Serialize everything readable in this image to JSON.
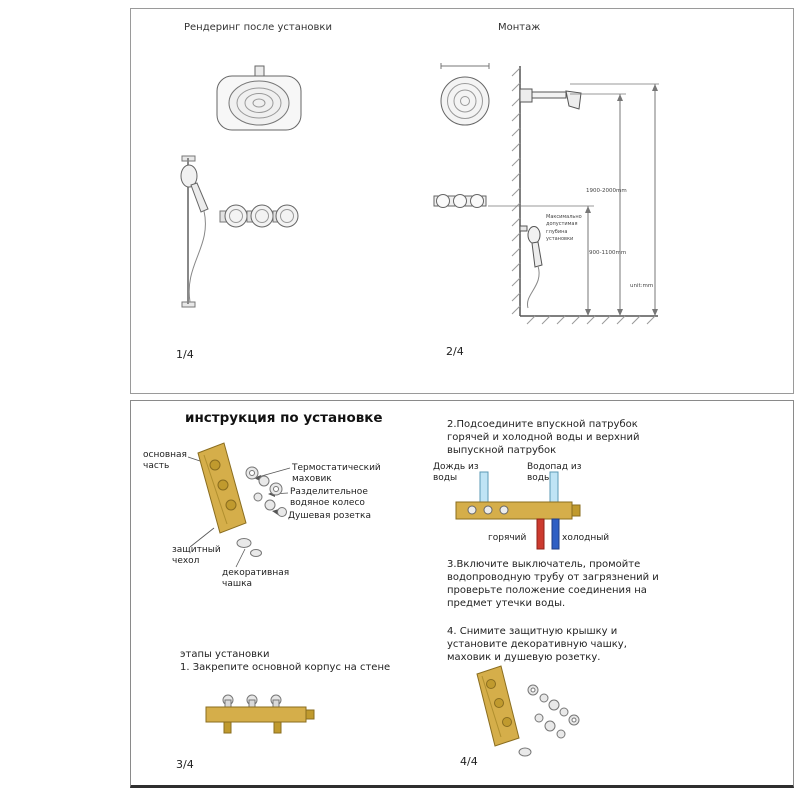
{
  "colors": {
    "gold": "#d5ae4a",
    "gold_deep": "#c09a2e",
    "gold_stroke": "#8a6d1f",
    "pipe_cyan": "#bfe4f5",
    "pipe_cyan_stroke": "#5b9ab5",
    "hot": "#cc3b2f",
    "cold": "#2f5fc4"
  },
  "panels": {
    "p1": {
      "title": "Рендеринг после установки",
      "page": "1/4"
    },
    "p2": {
      "title": "Монтаж",
      "page": "2/4",
      "depth_note": "Максимально допустимая глубина установки",
      "dim_upper": "1900-2000mm",
      "dim_lower": "900-1100mm",
      "unit": "unit:mm"
    },
    "p3": {
      "title": "инструкция по установке",
      "labels": {
        "main_part": "основная часть",
        "thermo": "Термостатический маховик",
        "divider": "Разделительное водяное колесо",
        "outlet": "Душевая розетка",
        "protect": "защитный чехол",
        "decor": "декоративная чашка"
      },
      "steps_title": "этапы установки",
      "step1": "1. Закрепите основной корпус на стене",
      "page": "3/4"
    },
    "p4": {
      "step2": "2.Подсоедините впускной патрубок горячей и холодной воды и верхний выпускной патрубок",
      "rain": "Дождь из воды",
      "waterfall": "Водопад из воды",
      "hot": "горячий",
      "cold": "холодный",
      "step3": "3.Включите выключатель, промойте водопроводную трубу от загрязнений и проверьте положение соединения на предмет утечки воды.",
      "step4": "4. Снимите защитную крышку и установите декоративную чашку, маховик и душевую розетку.",
      "page": "4/4"
    }
  }
}
